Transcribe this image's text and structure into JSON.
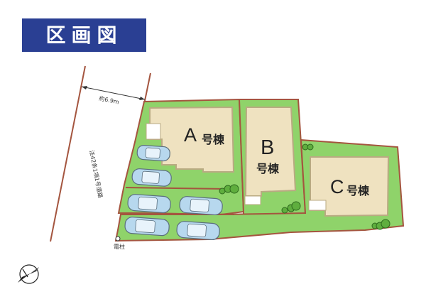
{
  "title": "区画図",
  "road": {
    "width_label": "約6.9m",
    "name": "法42条1項1号道路"
  },
  "utility_pole_label": "電柱",
  "buildings": {
    "a": {
      "letter": "A",
      "suffix": "号棟"
    },
    "b": {
      "letter": "B",
      "suffix": "号棟"
    },
    "c": {
      "letter": "C",
      "suffix": "号棟"
    }
  },
  "parking_spaces": 6,
  "colors": {
    "title_bg": "#2a3f93",
    "title_text": "#ffffff",
    "lot_green": "#8fd36a",
    "lot_border": "#a4553f",
    "building_fill": "#efe2c0",
    "building_border": "#b9aa82",
    "car_body": "#b7d8ee",
    "tree_green": "#5fae3e"
  },
  "icons": [
    "north-arrow-icon",
    "utility-pole-icon"
  ]
}
